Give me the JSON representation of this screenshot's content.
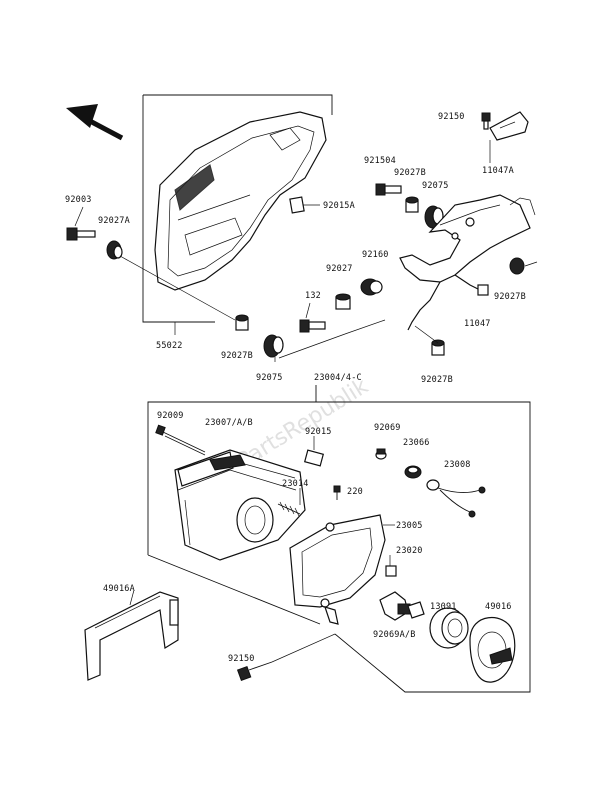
{
  "diagram": {
    "watermark": "PartsRepublik",
    "labels": {
      "p92150_top": "92150",
      "p11047A": "11047A",
      "p92003": "92003",
      "p92027A": "92027A",
      "p92015A": "92015A",
      "p921504": "921504",
      "p92027B_a": "92027B",
      "p92075_a": "92075",
      "p92160": "92160",
      "p92027": "92027",
      "p132": "132",
      "p55022": "55022",
      "p92027B_b": "92027B",
      "p92027B_c": "92027B",
      "p11047": "11047",
      "p92075_b": "92075",
      "p23004": "23004/4-C",
      "p92027B_d": "92027B",
      "p92009": "92009",
      "p23007": "23007/A/B",
      "p92015": "92015",
      "p92069": "92069",
      "p23066": "23066",
      "p23008": "23008",
      "p23014": "23014",
      "p220": "220",
      "p23005": "23005",
      "p23020": "23020",
      "p49016A": "49016A",
      "p13091": "13091",
      "p49016": "49016",
      "p92069AB": "92069A/B",
      "p92150_bottom": "92150"
    }
  }
}
